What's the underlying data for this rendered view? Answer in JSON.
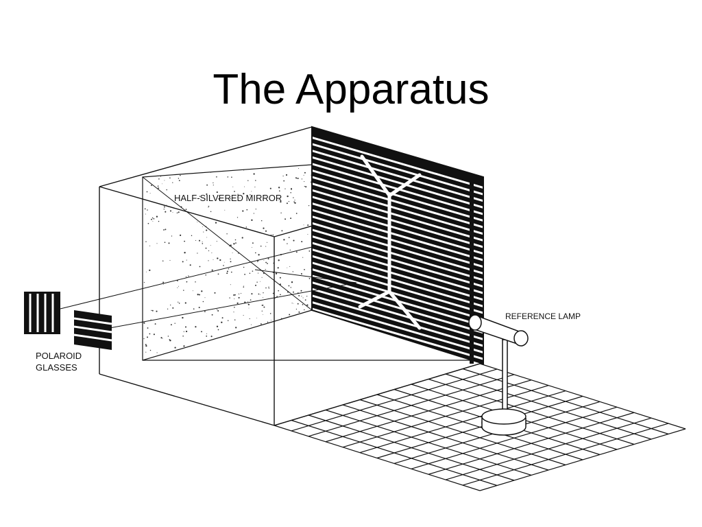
{
  "slide": {
    "title": "The Apparatus"
  },
  "diagram": {
    "labels": {
      "mirror": "HALF-SILVERED MIRROR",
      "lamp": "REFERENCE LAMP",
      "glasses_line1": "POLAROID",
      "glasses_line2": "GLASSES"
    },
    "colors": {
      "ink": "#111111",
      "paper": "#ffffff"
    }
  }
}
